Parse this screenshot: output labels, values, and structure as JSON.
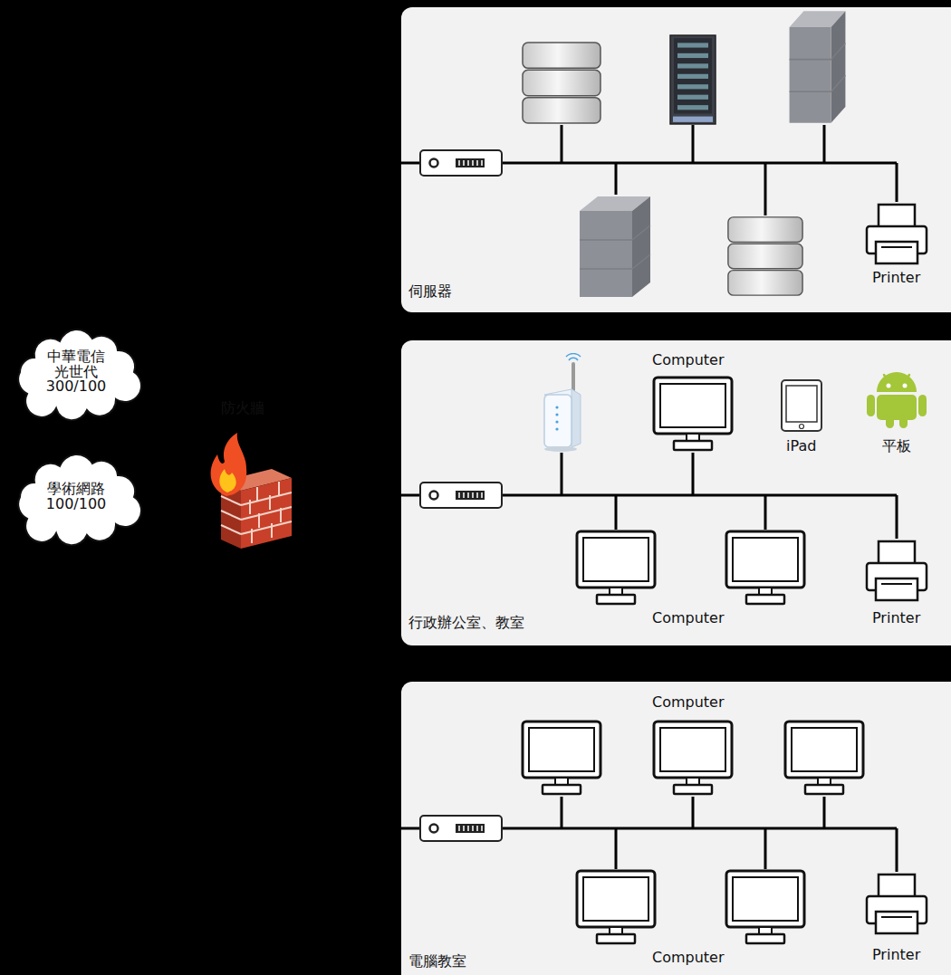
{
  "diagram": {
    "nodes": [
      {
        "text": [
          "中華電信 光世代 300/100"
        ]
      },
      {
        "text": [
          "學術網路 100/100"
        ]
      },
      {
        "text": [
          "防火牆"
        ]
      },
      {
        "text": [
          "伺服器"
        ]
      },
      {
        "text": [
          "行政辦公室、教室"
        ]
      },
      {
        "text": [
          "電腦教室"
        ]
      }
    ],
    "edges": [
      {
        "from": 0,
        "to": 2,
        "arrow": "none"
      },
      {
        "from": 1,
        "to": 2,
        "arrow": "none"
      },
      {
        "from": 2,
        "to": 3,
        "arrow": "none"
      },
      {
        "from": 2,
        "to": 4,
        "arrow": "none"
      },
      {
        "from": 2,
        "to": 5,
        "arrow": "none"
      }
    ],
    "labels": [
      "Printer",
      "Computer",
      "iPad",
      "平板",
      "Computer",
      "Printer",
      "Computer",
      "Computer",
      "Printer"
    ]
  }
}
